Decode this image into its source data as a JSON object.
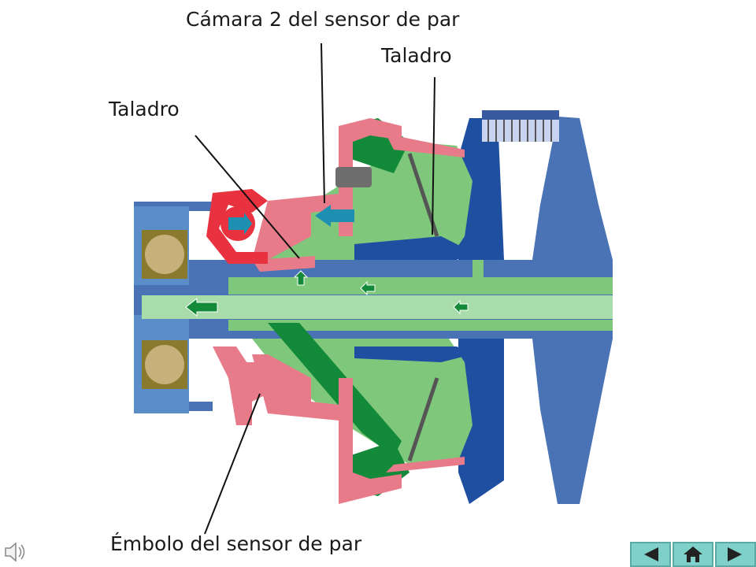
{
  "labels": {
    "camara2": "Cámara 2 del sensor de par",
    "taladro_right": "Taladro",
    "taladro_left": "Taladro",
    "embolo": "Émbolo del sensor de par"
  },
  "colors": {
    "blue": "#4a73b5",
    "dark_blue": "#1f4fa0",
    "pink": "#e87b8a",
    "red": "#e8323f",
    "light_green": "#7fc87b",
    "dark_green": "#138a3a",
    "olive": "#8a7a2e",
    "tan": "#c8b07a",
    "teal_arrow": "#1d8fb0",
    "nav_bg": "#7ed0c8"
  },
  "icons": {
    "speaker": "speaker-icon",
    "prev": "triangle-left-icon",
    "home": "home-icon",
    "next": "triangle-right-icon"
  }
}
